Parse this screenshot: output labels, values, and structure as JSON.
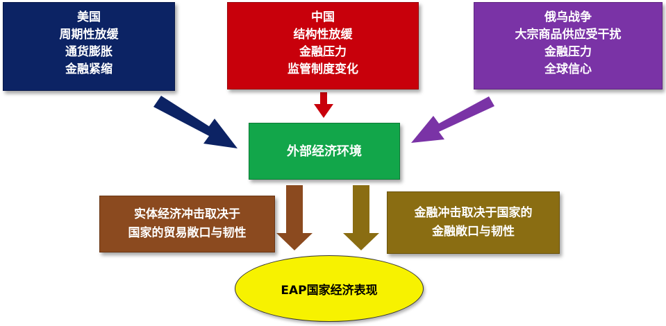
{
  "boxes": {
    "us": {
      "lines": [
        "美国",
        "周期性放缓",
        "通货膨胀",
        "金融紧缩"
      ],
      "color": "#0c2364"
    },
    "china": {
      "lines": [
        "中国",
        "结构性放缓",
        "金融压力",
        "监管制度变化"
      ],
      "color": "#c8000b"
    },
    "russia": {
      "lines": [
        "俄乌战争",
        "大宗商品供应受干扰",
        "金融压力",
        "全球信心"
      ],
      "color": "#7a33a6"
    },
    "external": {
      "label": "外部经济环境",
      "color": "#12a64a"
    },
    "real": {
      "lines": [
        "实体经济冲击取决于",
        "国家的贸易敞口与韧性"
      ],
      "color": "#8b4a1f"
    },
    "financial": {
      "lines": [
        "金融冲击取决于国家的",
        "金融敞口与韧性"
      ],
      "color": "#8a6d12"
    },
    "outcome": {
      "label": "EAP国家经济表现",
      "color": "#f7f200"
    }
  }
}
